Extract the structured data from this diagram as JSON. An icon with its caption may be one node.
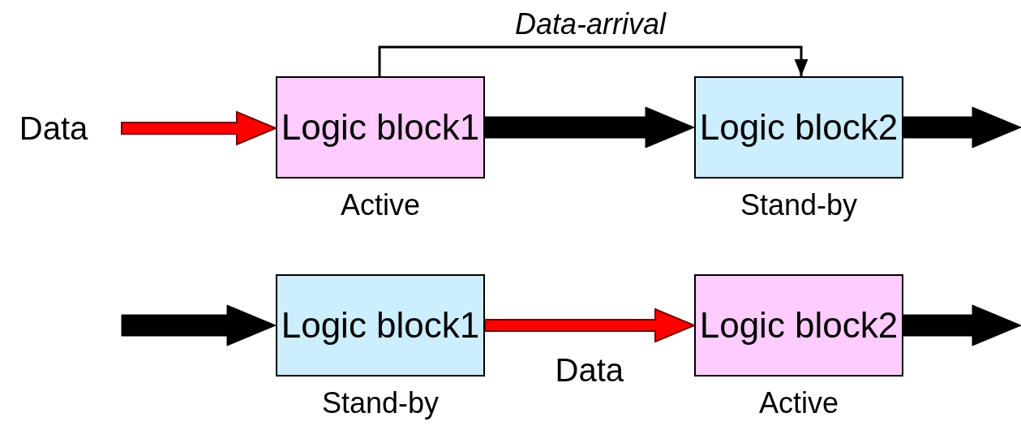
{
  "diagram": {
    "nodes": [
      {
        "text": [
          "Data"
        ]
      },
      {
        "text": [
          "Logic block1"
        ],
        "beside": [
          "Active"
        ]
      },
      {
        "text": [
          "Logic block2"
        ],
        "beside": [
          "Stand-by"
        ]
      },
      {
        "text": [
          "Logic block1"
        ],
        "beside": [
          "Stand-by"
        ]
      },
      {
        "text": [
          "Logic block2"
        ],
        "beside": [
          "Active"
        ]
      }
    ],
    "edges": [
      {
        "from": 0,
        "to": 1,
        "arrow": "to",
        "style": "thick",
        "color": "#ff0000"
      },
      {
        "from": 1,
        "to": 2,
        "arrow": "to",
        "style": "thick"
      },
      {
        "from": 2,
        "to": null,
        "arrow": "to",
        "style": "thick"
      },
      {
        "from": 1,
        "to": 2,
        "arrow": "to",
        "label": "Data-arrival"
      },
      {
        "from": null,
        "to": 3,
        "arrow": "to",
        "style": "thick"
      },
      {
        "from": 3,
        "to": 4,
        "arrow": "to",
        "style": "thick",
        "color": "#ff0000",
        "label": "Data"
      },
      {
        "from": 4,
        "to": null,
        "arrow": "to",
        "style": "thick"
      }
    ]
  }
}
